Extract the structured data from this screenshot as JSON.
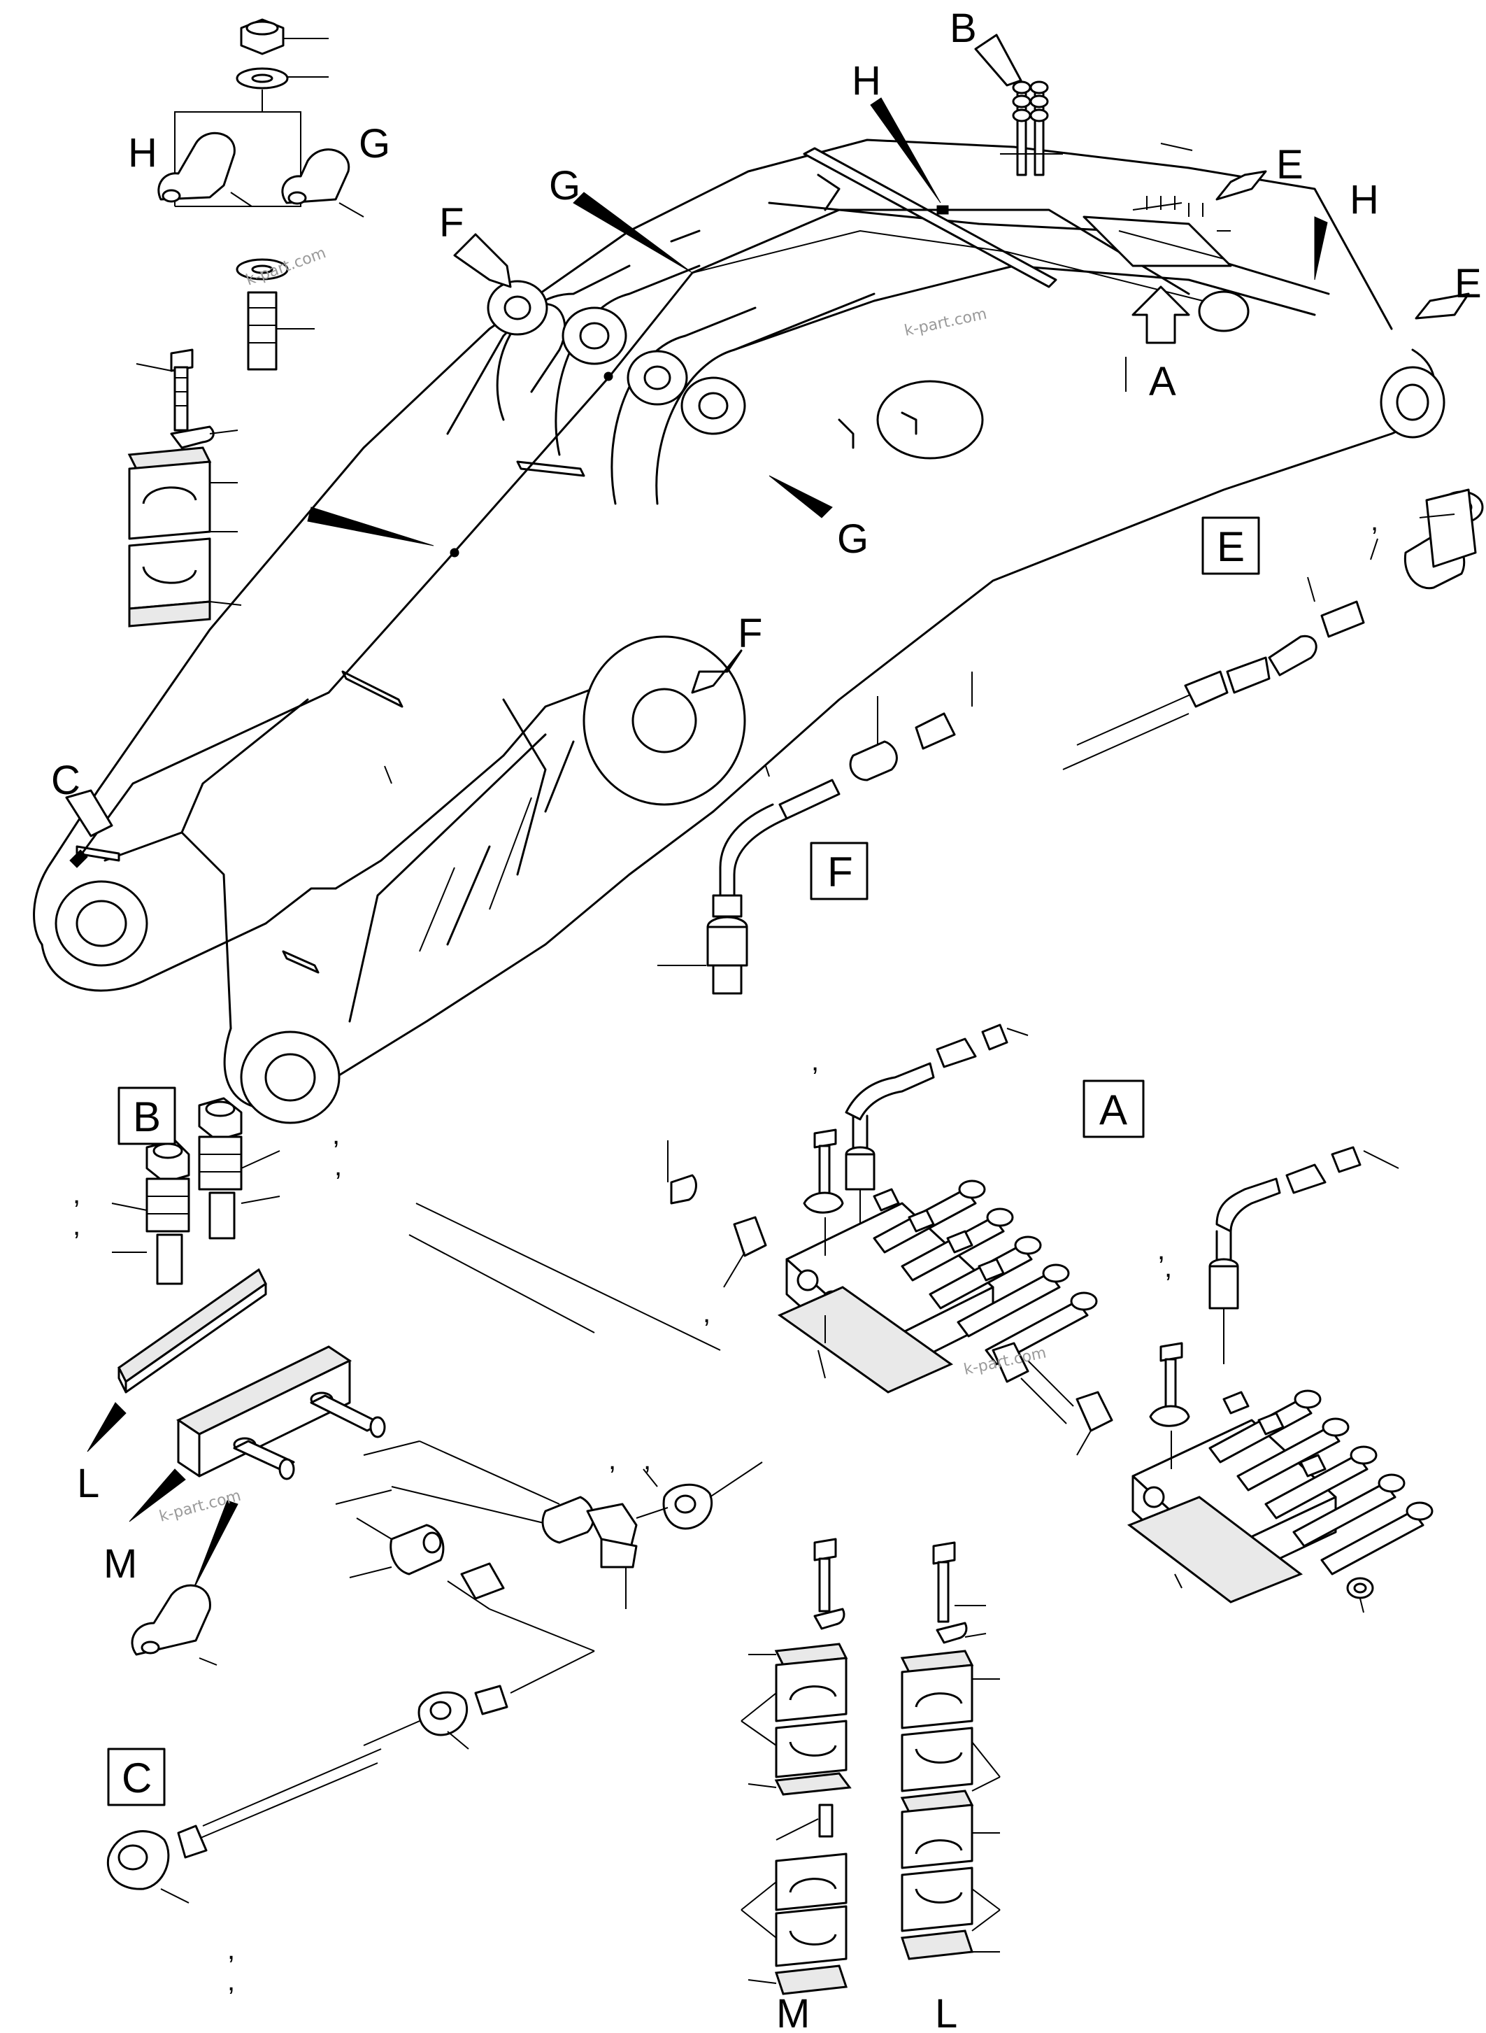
{
  "callouts": {
    "H_clamp": "H",
    "G_clamp": "G",
    "B_top": "B",
    "H_top": "H",
    "E_top": "E",
    "H_right": "H",
    "E_right": "E",
    "G_left": "G",
    "F_left": "F",
    "A_arrow": "A",
    "G_boom": "G",
    "F_mid": "F",
    "C_left": "C",
    "L_bracket": "L",
    "M_bracket": "M",
    "M_bottom": "M",
    "L_bottom": "L"
  },
  "detail_boxes": {
    "E": "E",
    "F": "F",
    "A": "A",
    "B": "B",
    "C": "C"
  },
  "commas": [
    ",",
    ",",
    ",",
    ",",
    ",",
    ",",
    ",",
    ",",
    ",",
    ",",
    ",",
    ",",
    ","
  ],
  "watermarks": [
    "k-part.com",
    "k-part.com",
    "k-part.com",
    "k-part.com"
  ]
}
